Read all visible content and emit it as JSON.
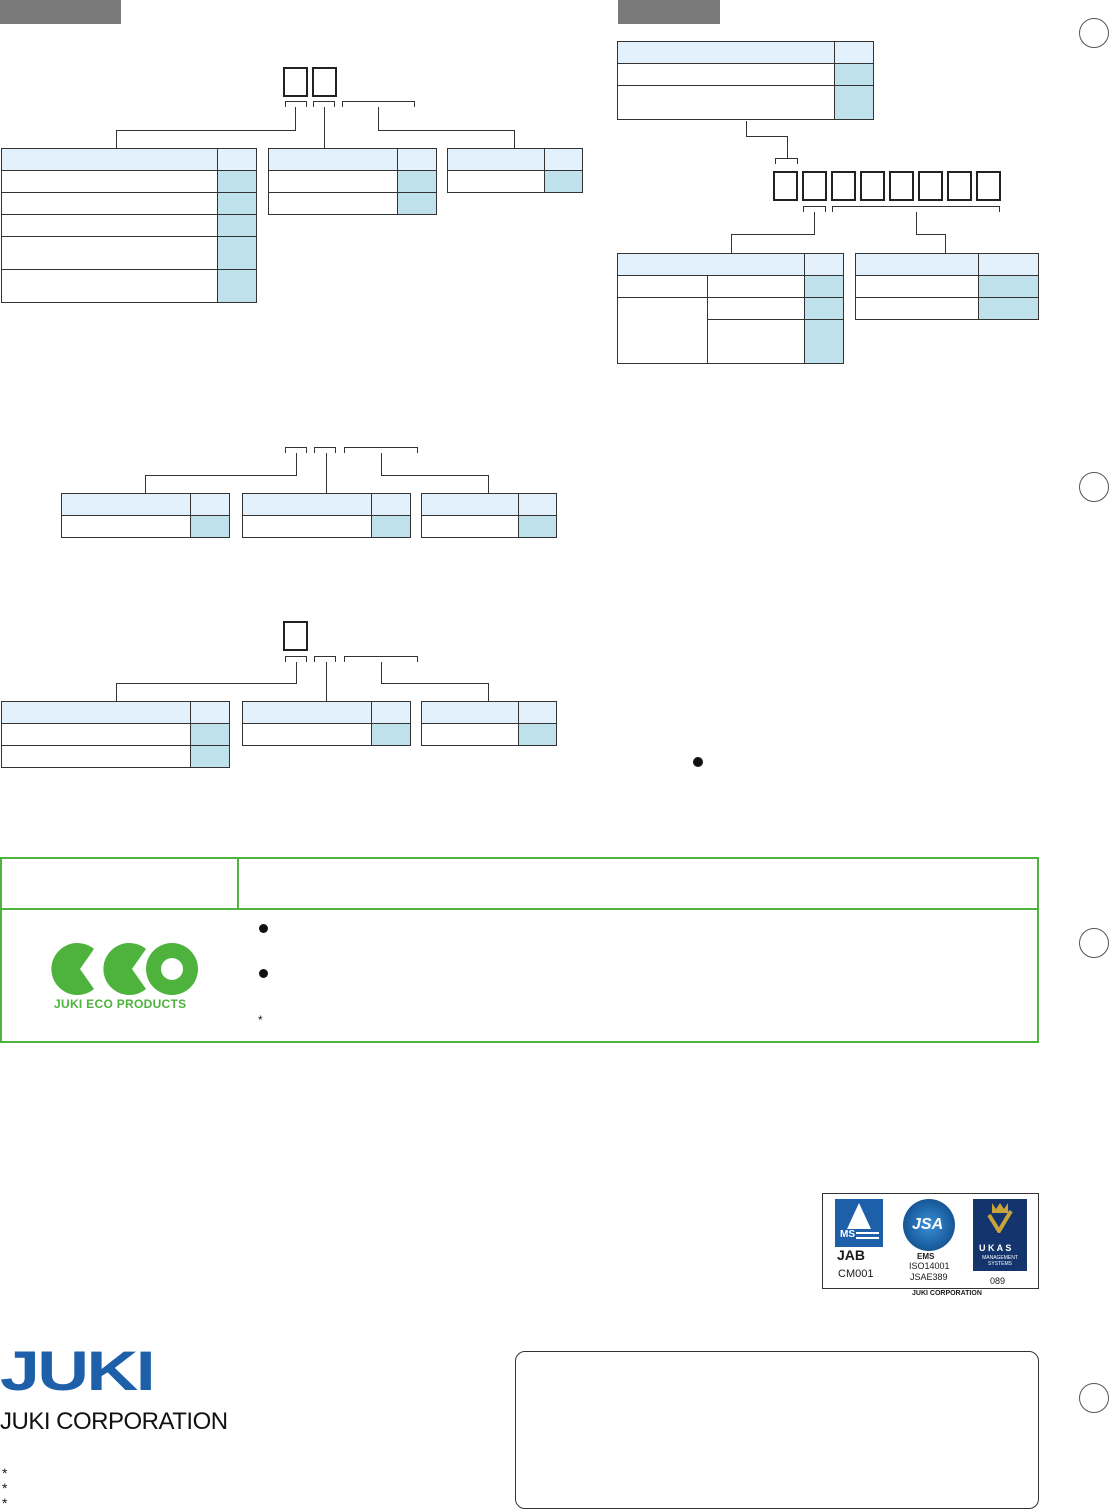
{
  "colors": {
    "header_tab": "#7a7a7a",
    "table_head": "#e2f1fb",
    "code_cell": "#bfe1ec",
    "eco_green": "#4db33d",
    "juki_blue": "#1d5fa8"
  },
  "icons": {
    "eco_logo": "eco-logo-icon",
    "jab_ms": "jab-ms-icon",
    "jsa_ems": "jsa-ems-icon",
    "ukas": "ukas-icon"
  },
  "eco": {
    "caption": "JUKI ECO PRODUCTS",
    "note_mark": "*"
  },
  "certs": {
    "jab_text": "JAB",
    "jab_ms": "MS",
    "jab_code": "CM001",
    "jsa_mark": "JSA",
    "ems_text": "EMS",
    "iso": "ISO14001",
    "jsae": "JSAE389",
    "ukas_text": "U K A S",
    "ukas_sub": "MANAGEMENT SYSTEMS",
    "ukas_code": "089",
    "company": "JUKI CORPORATION"
  },
  "brand": {
    "logo": "JUKI",
    "name": "JUKI CORPORATION"
  },
  "footnote_marks": [
    "*",
    "*",
    "*"
  ]
}
